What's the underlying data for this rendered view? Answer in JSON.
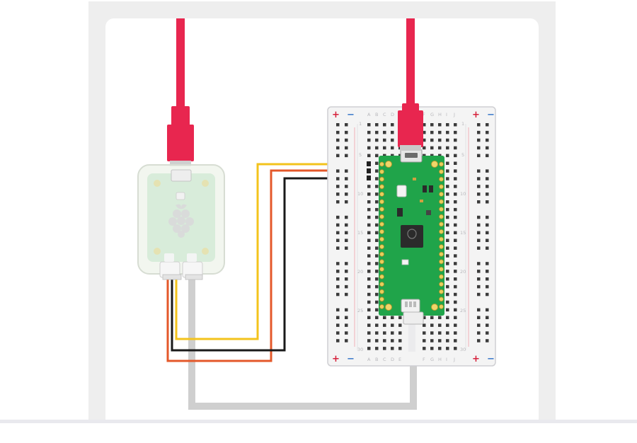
{
  "diagram": {
    "breadboard": {
      "column_letters_left": [
        "A",
        "B",
        "C",
        "D",
        "E"
      ],
      "column_letters_right": [
        "F",
        "G",
        "H",
        "I",
        "J"
      ],
      "row_numbers": [
        "1",
        "5",
        "10",
        "15",
        "20",
        "25",
        "30"
      ],
      "rail_plus_symbol": "+",
      "rail_minus_symbol": "−"
    },
    "colors": {
      "usb_cable": "#e8264f",
      "wire_yellow": "#f3c31c",
      "wire_orange": "#e4582a",
      "wire_black": "#1a1a1a",
      "wire_grey": "#cfcfcf",
      "pico_board": "#20a44a",
      "rail_plus": "#d6203a",
      "rail_minus": "#3a78c9"
    }
  }
}
